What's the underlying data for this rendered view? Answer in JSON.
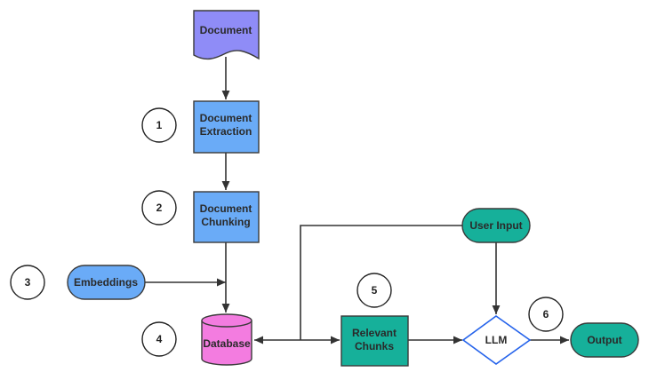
{
  "nodes": {
    "document": {
      "label": "Document",
      "color": "#8f8cf7"
    },
    "extraction": {
      "label_line1": "Document",
      "label_line2": "Extraction",
      "color": "#6aabf7"
    },
    "chunking": {
      "label_line1": "Document",
      "label_line2": "Chunking",
      "color": "#6aabf7"
    },
    "embeddings": {
      "label": "Embeddings",
      "color": "#6aabf7"
    },
    "database": {
      "label": "Database",
      "color": "#f37ce0"
    },
    "relevant_chunks": {
      "label_line1": "Relevant",
      "label_line2": "Chunks",
      "color": "#16b09a"
    },
    "user_input": {
      "label": "User Input",
      "color": "#16b09a"
    },
    "llm": {
      "label": "LLM",
      "color": "#ffffff",
      "border": "#2563eb"
    },
    "output": {
      "label": "Output",
      "color": "#16b09a"
    }
  },
  "steps": [
    "1",
    "2",
    "3",
    "4",
    "5",
    "6"
  ],
  "colors": {
    "line": "#333333",
    "text": "#2a2a2a",
    "node_border": "#3a3a3a"
  }
}
